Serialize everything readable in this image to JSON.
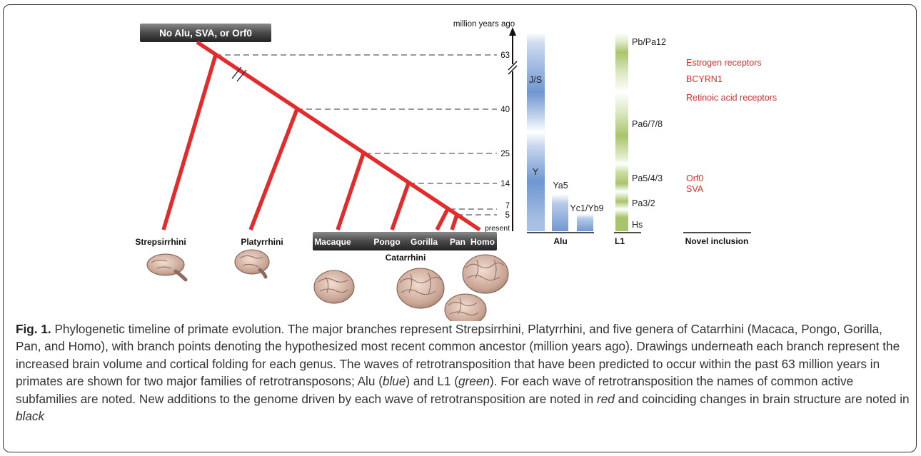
{
  "figure": {
    "root_label": "No Alu, SVA, or Orf0",
    "axis_title": "million years ago",
    "time_ticks": [
      {
        "label": "63",
        "mya": 63
      },
      {
        "label": "40",
        "mya": 40
      },
      {
        "label": "25",
        "mya": 25
      },
      {
        "label": "14",
        "mya": 14
      },
      {
        "label": "7",
        "mya": 7
      },
      {
        "label": "5",
        "mya": 5
      },
      {
        "label": "present",
        "mya": 0
      }
    ],
    "branches": {
      "strepsirrhini": "Strepsirrhini",
      "platyrrhini": "Platyrrhini",
      "macaque": "Macaque",
      "pongo": "Pongo",
      "gorilla": "Gorilla",
      "pan": "Pan",
      "homo": "Homo",
      "catarrhini": "Catarrhini"
    },
    "alu": {
      "heading": "Alu",
      "color": "#7a9fd4",
      "bands": [
        {
          "label": "J/S"
        },
        {
          "label": "Y"
        },
        {
          "label": "Ya5"
        },
        {
          "label": "Yc1/Yb9"
        }
      ]
    },
    "l1": {
      "heading": "L1",
      "color": "#a6c46a",
      "subfamilies": [
        "Pb/Pa12",
        "Pa6/7/8",
        "Pa5/4/3",
        "Pa3/2",
        "Hs"
      ]
    },
    "novel": {
      "heading": "Novel inclusion",
      "color": "#e03030",
      "items": [
        "Estrogen receptors",
        "BCYRN1",
        "Retinoic acid receptors",
        "Orf0",
        "SVA"
      ]
    },
    "tree_color": "#e32b2b"
  },
  "caption": {
    "lead": "Fig. 1.",
    "part1": " Phylogenetic timeline of primate evolution. The major branches represent Strepsirrhini, Platyrrhini, and five genera of Catarrhini (Macaca, Pongo, Gorilla, Pan, and Homo), with branch points denoting the hypothesized most recent common ancestor (million years ago). Drawings underneath each branch represent the increased brain volume and cortical folding for each genus. The waves of retrotransposition that have been predicted to occur within the past 63 million years in primates are shown for two major families of retrotransposons; Alu (",
    "blue_word": "blue",
    "part2": ") and L1 (",
    "green_word": "green",
    "part3": "). For each wave of retrotransposition the names of common active subfamilies are noted. New additions to the genome driven by each wave of retrotransposition are noted in ",
    "red_word": "red",
    "part4": " and coinciding changes in brain structure are noted in ",
    "black_word": "black"
  }
}
